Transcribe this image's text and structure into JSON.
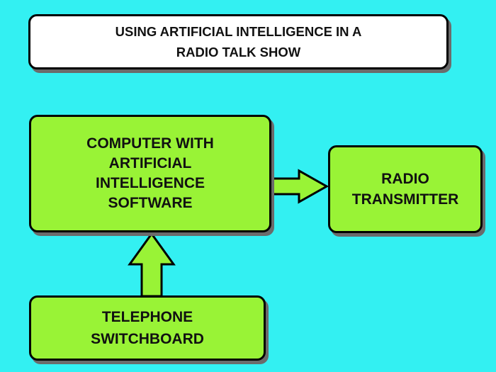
{
  "title": "USING ARTIFICIAL INTELLIGENCE IN A\nRADIO TALK SHOW",
  "nodes": {
    "computer": "COMPUTER WITH\nARTIFICIAL\nINTELLIGENCE\nSOFTWARE",
    "transmitter": "RADIO\nTRANSMITTER",
    "switchboard": "TELEPHONE\nSWITCHBOARD"
  },
  "colors": {
    "background": "#33f0f2",
    "title_fill": "#ffffff",
    "node_fill": "#99f336",
    "outline": "#000000",
    "shadow": "#6b6b6b"
  },
  "edges": [
    {
      "from": "computer",
      "to": "transmitter"
    },
    {
      "from": "switchboard",
      "to": "computer"
    }
  ]
}
